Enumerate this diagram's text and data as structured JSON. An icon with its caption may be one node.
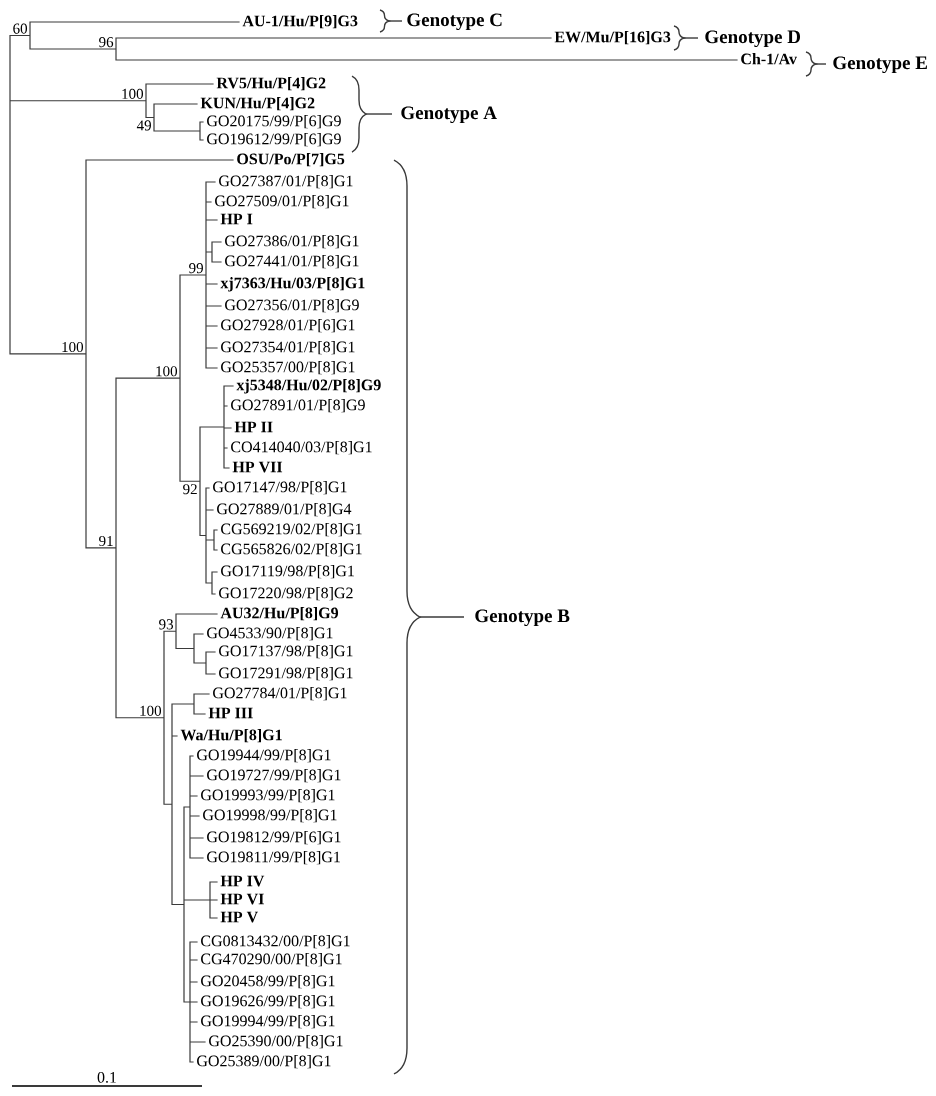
{
  "diagram": {
    "labels": [
      "60",
      "AU-1/Hu/P[9]G3",
      "Genotype C",
      "96",
      "EW/Mu/P[16]G3",
      "Genotype D",
      "Ch-1/Av",
      "Genotype E",
      "100",
      "RV5/Hu/P[4]G2",
      "KUN/Hu/P[4]G2",
      "Genotype A",
      "49",
      "GO20175/99/P[6]G9",
      "GO19612/99/P[6]G9",
      "OSU/Po/P[7]G5",
      "GO27387/01/P[8]G1",
      "GO27509/01/P[8]G1",
      "HP I",
      "99",
      "GO27386/01/P[8]G1",
      "GO27441/01/P[8]G1",
      "xj7363/Hu/03/P[8]G1",
      "GO27356/01/P[8]G9",
      "GO27928/01/P[6]G1",
      "100",
      "100",
      "GO27354/01/P[8]G1",
      "GO25357/00/P[8]G1",
      "xj5348/Hu/02/P[8]G9",
      "GO27891/01/P[8]G9",
      "HP II",
      "CO414040/03/P[8]G1",
      "HP VII",
      "92",
      "GO17147/98/P[8]G1",
      "GO27889/01/P[8]G4",
      "91",
      "CG569219/02/P[8]G1",
      "CG565826/02/P[8]G1",
      "GO17119/98/P[8]G1",
      "GO17220/98/P[8]G2",
      "93",
      "AU32/Hu/P[8]G9",
      "Genotype B",
      "GO4533/90/P[8]G1",
      "GO17137/98/P[8]G1",
      "GO17291/98/P[8]G1",
      "100",
      "GO27784/01/P[8]G1",
      "HP III",
      "Wa/Hu/P[8]G1",
      "GO19944/99/P[8]G1",
      "GO19727/99/P[8]G1",
      "GO19993/99/P[8]G1",
      "GO19998/99/P[8]G1",
      "GO19812/99/P[6]G1",
      "GO19811/99/P[8]G1",
      "HP IV",
      "HP VI",
      "HP V",
      "CG0813432/00/P[8]G1",
      "CG470290/00/P[8]G1",
      "GO20458/99/P[8]G1",
      "GO19626/99/P[8]G1",
      "GO19994/99/P[8]G1",
      "GO25390/00/P[8]G1",
      "GO25389/00/P[8]G1",
      "0.1"
    ]
  }
}
